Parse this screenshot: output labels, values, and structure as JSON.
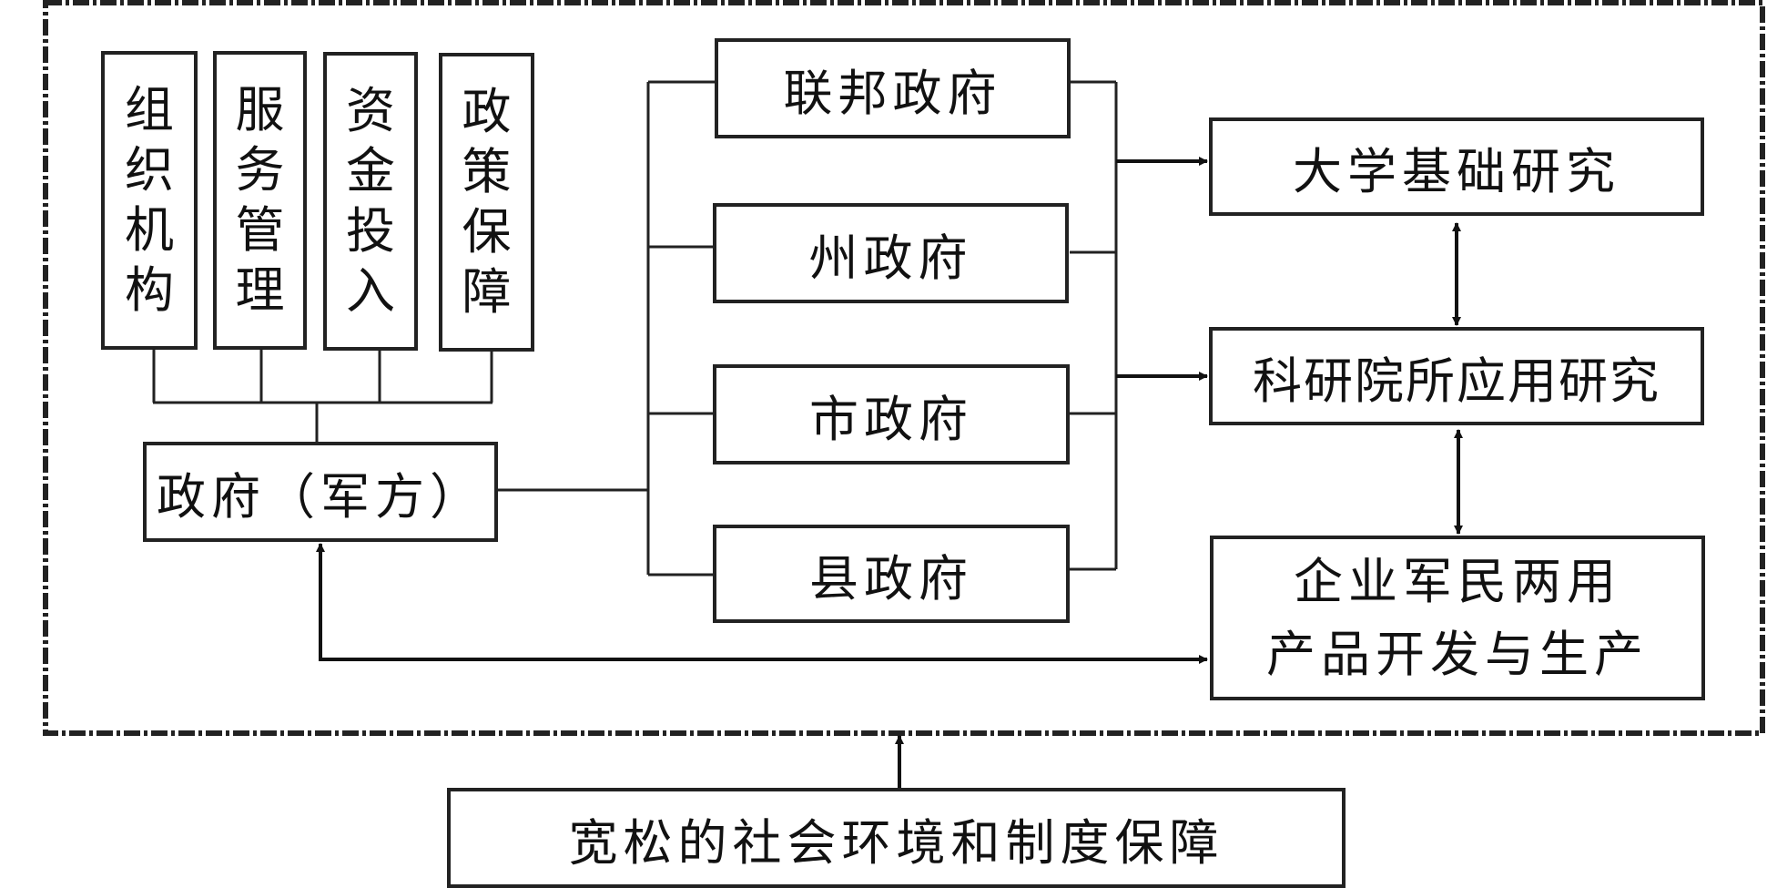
{
  "support_pillars": [
    {
      "label": "组织机构",
      "chars": [
        "组",
        "织",
        "机",
        "构"
      ]
    },
    {
      "label": "服务管理",
      "chars": [
        "服",
        "务",
        "管",
        "理"
      ]
    },
    {
      "label": "资金投入",
      "chars": [
        "资",
        "金",
        "投",
        "入"
      ]
    },
    {
      "label": "政策保障",
      "chars": [
        "政",
        "策",
        "保",
        "障"
      ]
    }
  ],
  "government": "政府（军方）",
  "government_levels": [
    "联邦政府",
    "州政府",
    "市政府",
    "县政府"
  ],
  "research_chain": {
    "basic": "大学基础研究",
    "applied": "科研院所应用研究",
    "enterprise_line1": "企业军民两用",
    "enterprise_line2": "产品开发与生产"
  },
  "environment": "宽松的社会环境和制度保障",
  "colors": {
    "line": "#222222",
    "background": "#ffffff"
  }
}
